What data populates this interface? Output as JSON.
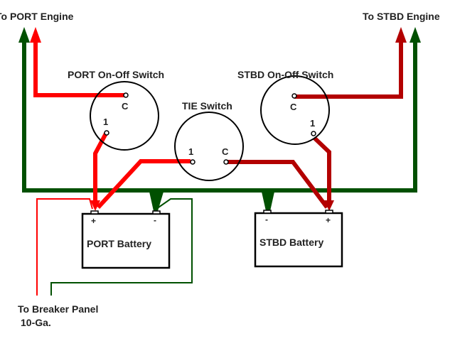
{
  "diagram": {
    "title": "Dual battery wiring with TIE switch",
    "colors": {
      "port_positive": "#ff0000",
      "stbd_positive": "#b30000",
      "negative": "#005000",
      "outline": "#000000",
      "text": "#222222"
    },
    "labels": {
      "port_engine": "To PORT Engine",
      "stbd_engine": "To STBD Engine",
      "port_switch": "PORT On-Off Switch",
      "stbd_switch": "STBD On-Off Switch",
      "tie_switch": "TIE Switch",
      "port_battery": "PORT Battery",
      "stbd_battery": "STBD Battery",
      "breaker_panel": "To Breaker Panel",
      "breaker_gauge": "10-Ga."
    },
    "terminals": {
      "common": "C",
      "one": "1",
      "plus": "+",
      "minus": "-"
    }
  }
}
